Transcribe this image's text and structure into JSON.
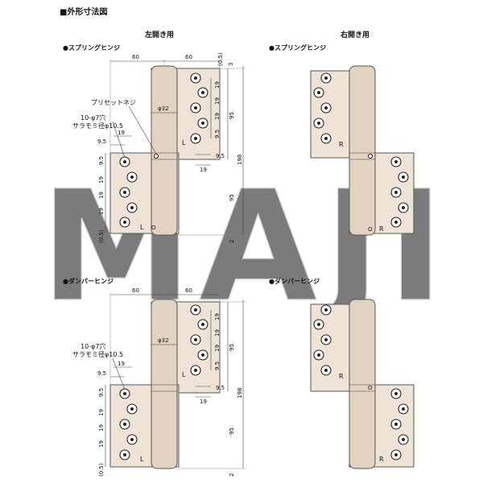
{
  "heading": "■外形寸法図",
  "columns": {
    "left": "左開き用",
    "right": "右開き用"
  },
  "sections": {
    "spring": "●スプリングヒンジ",
    "damper": "●ダンパーヒンジ"
  },
  "labels": {
    "preset_screw": "プリセットネジ",
    "holes": "10-φ7穴",
    "countersink": "サラモミ径φ10.5",
    "diameter": "φ32",
    "mark_left": "L",
    "mark_right": "R",
    "mark_o": "O"
  },
  "dimensions": {
    "width_60": "60",
    "d_0_5": "(0.5)",
    "d_3": "3",
    "d_19": "19",
    "d_95": "95",
    "d_9_5": "9.5",
    "d_198": "198",
    "d_2": "2"
  },
  "watermark": "MAJI"
}
